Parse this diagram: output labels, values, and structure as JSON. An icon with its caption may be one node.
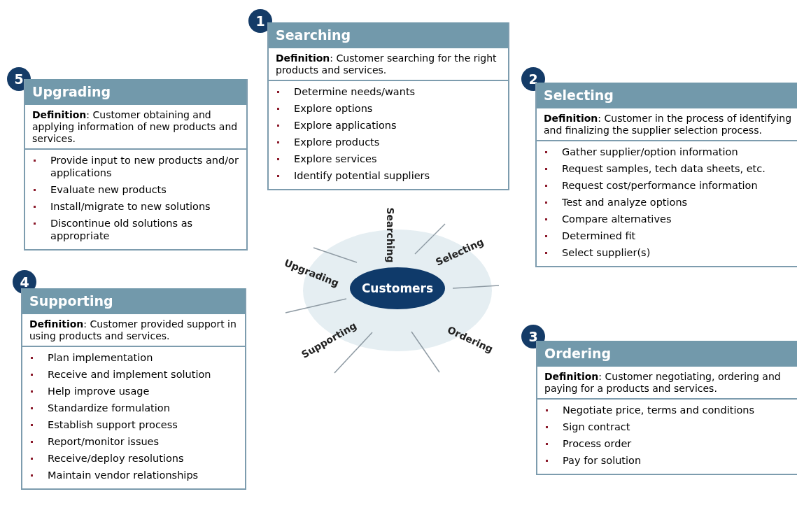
{
  "diagram": {
    "nodes": [
      {
        "text": [
          "1"
        ]
      },
      {
        "text": [
          "Searching",
          "**Definition**: Customer searching for the right products and services.",
          "Determine needs/wants",
          "Explore options",
          "Explore applications",
          "Explore products",
          "Explore services",
          "Identify potential suppliers"
        ]
      },
      {
        "text": [
          "2"
        ]
      },
      {
        "text": [
          "Selecting",
          "**Definition**: Customer in the process of identifying and finalizing the supplier selection process.",
          "Gather supplier/option information",
          "Request samples, tech data sheets, etc.",
          "Request cost/performance information",
          "Test and analyze options",
          "Compare alternatives",
          "Determined fit",
          "Select supplier(s)"
        ]
      },
      {
        "text": [
          "3"
        ]
      },
      {
        "text": [
          "Ordering",
          "**Definition**: Customer negotiating, ordering and paying for a products and services.",
          "Negotiate price, terms and conditions",
          "Sign contract",
          "Process order",
          "Pay for solution"
        ]
      },
      {
        "text": [
          "4"
        ]
      },
      {
        "text": [
          "Supporting",
          "**Definition**: Customer provided support in using products and services.",
          "Plan implementation",
          "Receive and implement solution",
          "Help improve usage",
          "Standardize formulation",
          "Establish support process",
          "Report/monitor issues",
          "Receive/deploy resolutions",
          "Maintain vendor relationships"
        ]
      },
      {
        "text": [
          "5"
        ]
      },
      {
        "text": [
          "Upgrading",
          "**Definition**: Customer obtaining and applying information of new products and services.",
          "Provide input to new products and/or applications",
          "Evaluate new products",
          "Install/migrate to new solutions",
          "Discontinue old solutions as appropriate"
        ]
      },
      {
        "text": [
          "Customers"
        ]
      }
    ],
    "edges": [],
    "labels": [
      "Searching",
      "Selecting",
      "Upgrading",
      "Supporting",
      "Ordering"
    ]
  }
}
